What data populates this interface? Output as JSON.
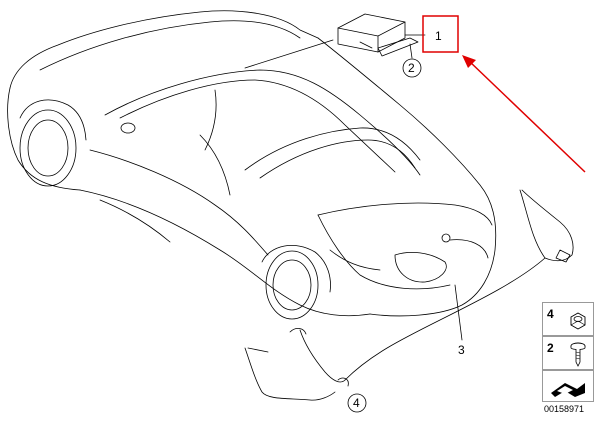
{
  "callouts": {
    "part1": "1",
    "part2": "2",
    "part3": "3",
    "part4": "4"
  },
  "legend": {
    "item_a": "4",
    "item_b": "2"
  },
  "diagram_id": "00158971",
  "colors": {
    "line": "#000000",
    "highlight": "#e00000"
  },
  "icons": [
    "nut-icon",
    "screw-icon",
    "arrow-symbol-icon"
  ]
}
